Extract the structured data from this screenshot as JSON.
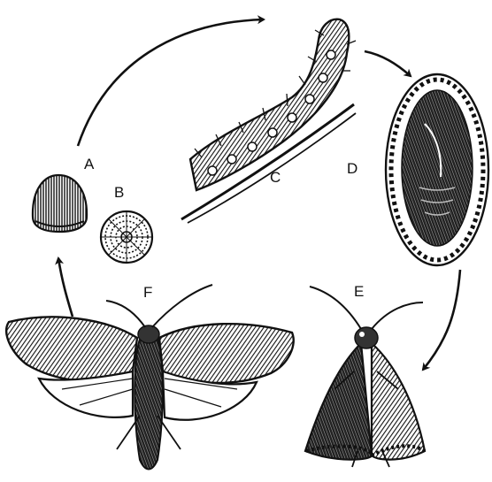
{
  "labels": {
    "a": "A",
    "b": "B",
    "c": "C",
    "d": "D",
    "e": "E",
    "f": "F"
  },
  "colors": {
    "ink": "#111111",
    "paper": "#ffffff"
  }
}
